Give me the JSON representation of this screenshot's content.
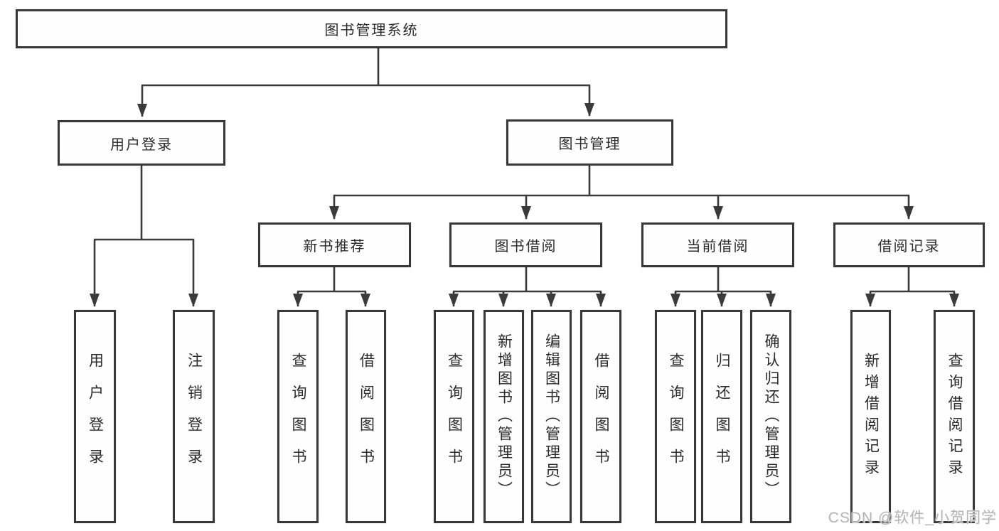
{
  "diagram": {
    "title": "图书管理系统",
    "branches": [
      {
        "label": "用户登录",
        "children": [
          {
            "label": "用户登录"
          },
          {
            "label": "注销登录"
          }
        ]
      },
      {
        "label": "图书管理",
        "children": [
          {
            "label": "新书推荐",
            "children": [
              {
                "label": "查询图书"
              },
              {
                "label": "借阅图书"
              }
            ]
          },
          {
            "label": "图书借阅",
            "children": [
              {
                "label": "查询图书"
              },
              {
                "label": "新增图书（管理员）"
              },
              {
                "label": "编辑图书（管理员）"
              },
              {
                "label": "借阅图书"
              }
            ]
          },
          {
            "label": "当前借阅",
            "children": [
              {
                "label": "查询图书"
              },
              {
                "label": "归还图书"
              },
              {
                "label": "确认归还（管理员）"
              }
            ]
          },
          {
            "label": "借阅记录",
            "children": [
              {
                "label": "新增借阅记录"
              },
              {
                "label": "查询借阅记录"
              }
            ]
          }
        ]
      }
    ]
  },
  "watermark": "CSDN @软件_小贺同学",
  "colors": {
    "line": "#3a3a3a",
    "box_border": "#383838",
    "box_fill": "#ffffff",
    "text": "#2b2b2b",
    "watermark": "#b3b3b3"
  }
}
